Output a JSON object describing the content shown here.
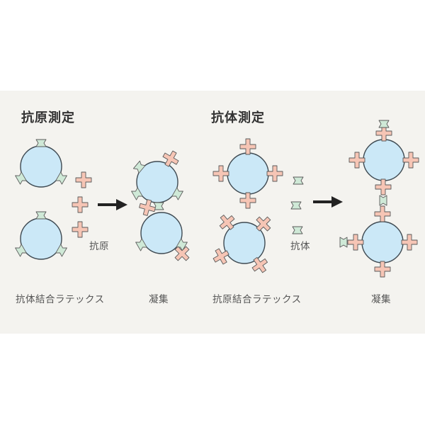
{
  "panels": [
    {
      "title": "抗原測定",
      "reagent_label": "抗体結合ラテックス",
      "free_label": "抗原",
      "result_label": "凝集"
    },
    {
      "title": "抗体測定",
      "reagent_label": "抗原結合ラテックス",
      "free_label": "抗体",
      "result_label": "凝集"
    }
  ],
  "colors": {
    "background": "#f4f3ef",
    "bead_fill": "#cbe8f7",
    "bead_stroke": "#3f4a52",
    "antibody_fill": "#cfe9d7",
    "antigen_fill": "#f6c5b5",
    "arrow": "#222222",
    "text": "#555555"
  },
  "icons": [
    "latex-bead-icon",
    "antibody-icon",
    "antigen-icon",
    "arrow-right-icon"
  ]
}
